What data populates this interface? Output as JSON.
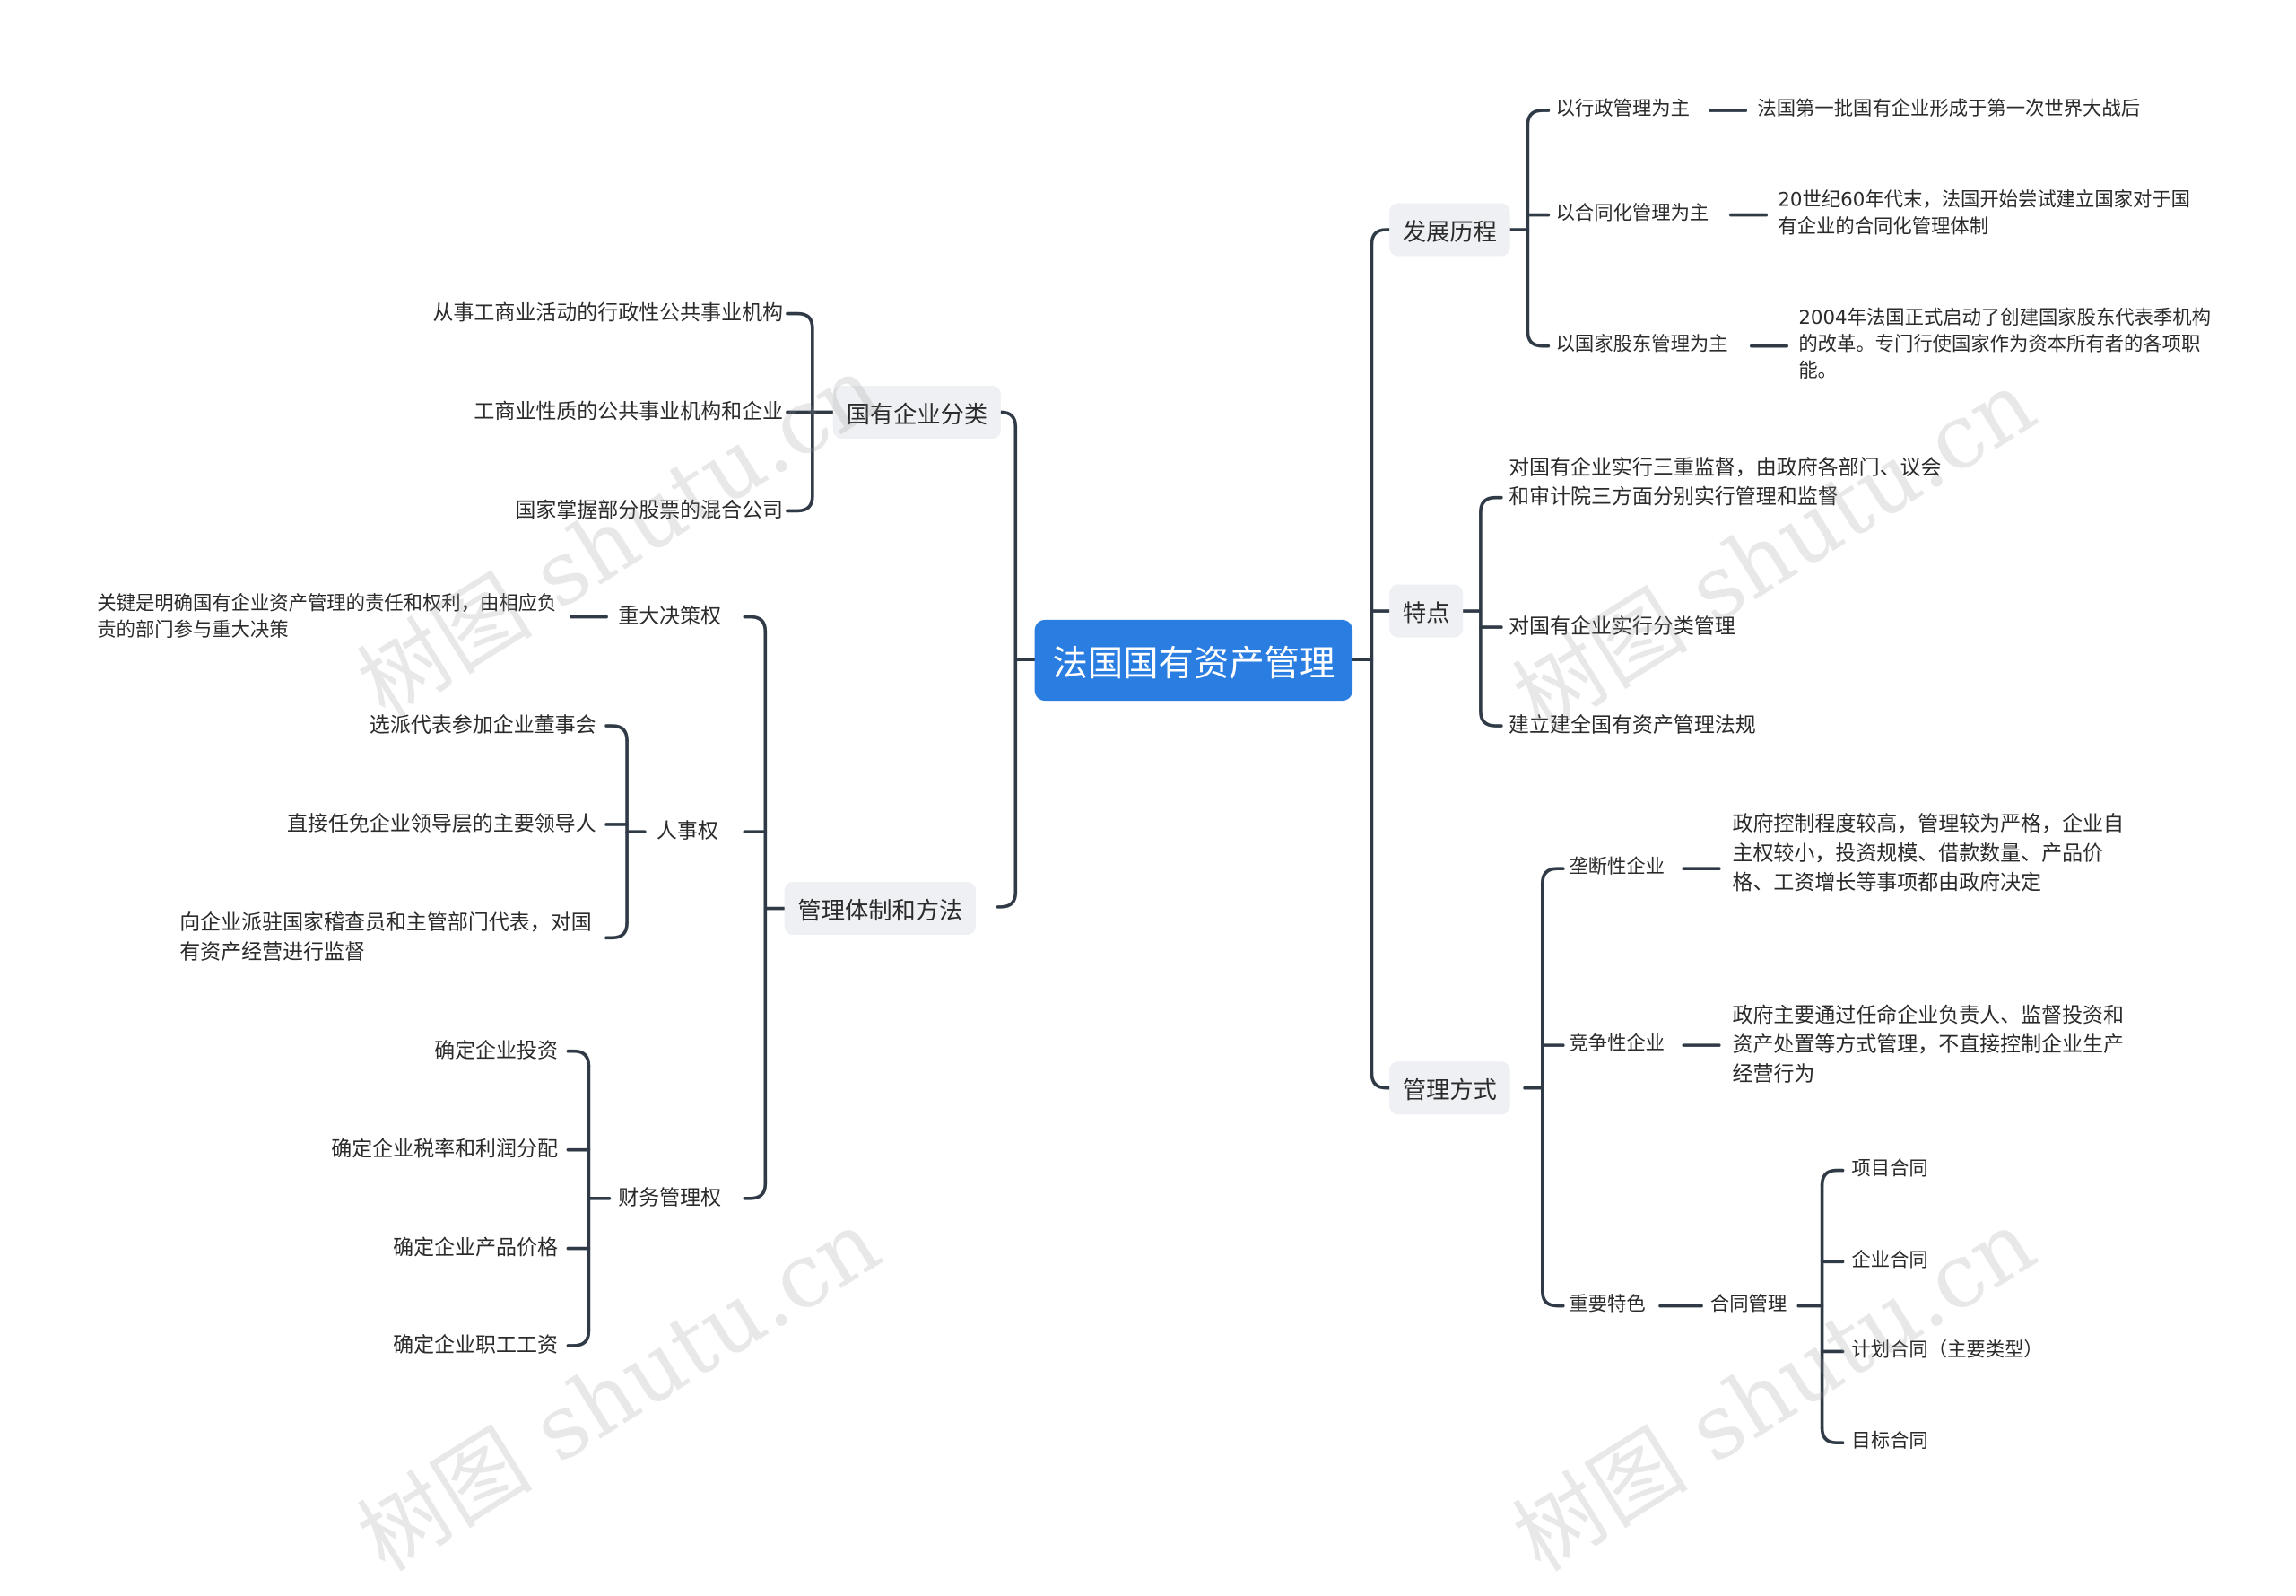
{
  "root": "法国国有资产管理",
  "left": {
    "classification": {
      "label": "国有企业分类",
      "items": [
        "从事工商业活动的行政性公共事业机构",
        "工商业性质的公共事业机构和企业",
        "国家掌握部分股票的混合公司"
      ]
    },
    "system": {
      "label": "管理体制和方法",
      "decision": {
        "label": "重大决策权",
        "items": [
          "关键是明确国有企业资产管理的责任和权利，由相应负责的部门参与重大决策"
        ]
      },
      "personnel": {
        "label": "人事权",
        "items": [
          "选派代表参加企业董事会",
          "直接任免企业领导层的主要领导人",
          "向企业派驻国家稽查员和主管部门代表，对国有资产经营进行监督"
        ]
      },
      "finance": {
        "label": "财务管理权",
        "items": [
          "确定企业投资",
          "确定企业税率和利润分配",
          "确定企业产品价格",
          "确定企业职工工资"
        ]
      }
    }
  },
  "right": {
    "history": {
      "label": "发展历程",
      "stages": [
        {
          "label": "以行政管理为主",
          "detail": "法国第一批国有企业形成于第一次世界大战后"
        },
        {
          "label": "以合同化管理为主",
          "detail": "20世纪60年代末，法国开始尝试建立国家对于国有企业的合同化管理体制"
        },
        {
          "label": "以国家股东管理为主",
          "detail": "2004年法国正式启动了创建国家股东代表季机构的改革。专门行使国家作为资本所有者的各项职能。"
        }
      ]
    },
    "features": {
      "label": "特点",
      "items": [
        "对国有企业实行三重监督，由政府各部门、议会和审计院三方面分别实行管理和监督",
        "对国有企业实行分类管理",
        "建立建全国有资产管理法规"
      ]
    },
    "methods": {
      "label": "管理方式",
      "monopoly": {
        "label": "垄断性企业",
        "detail": "政府控制程度较高，管理较为严格，企业自主权较小，投资规模、借款数量、产品价格、工资增长等事项都由政府决定"
      },
      "competitive": {
        "label": "竞争性企业",
        "detail": "政府主要通过任命企业负责人、监督投资和资产处置等方式管理，不直接控制企业生产经营行为"
      },
      "feature": {
        "label": "重要特色",
        "contract": {
          "label": "合同管理",
          "items": [
            "项目合同",
            "企业合同",
            "计划合同（主要类型）",
            "目标合同"
          ]
        }
      }
    }
  },
  "watermark": "树图 shutu.cn",
  "colors": {
    "root_bg": "#2a7de1",
    "pill_bg": "#eef0f3",
    "line": "#2f3a46",
    "text": "#2b2b2b"
  }
}
